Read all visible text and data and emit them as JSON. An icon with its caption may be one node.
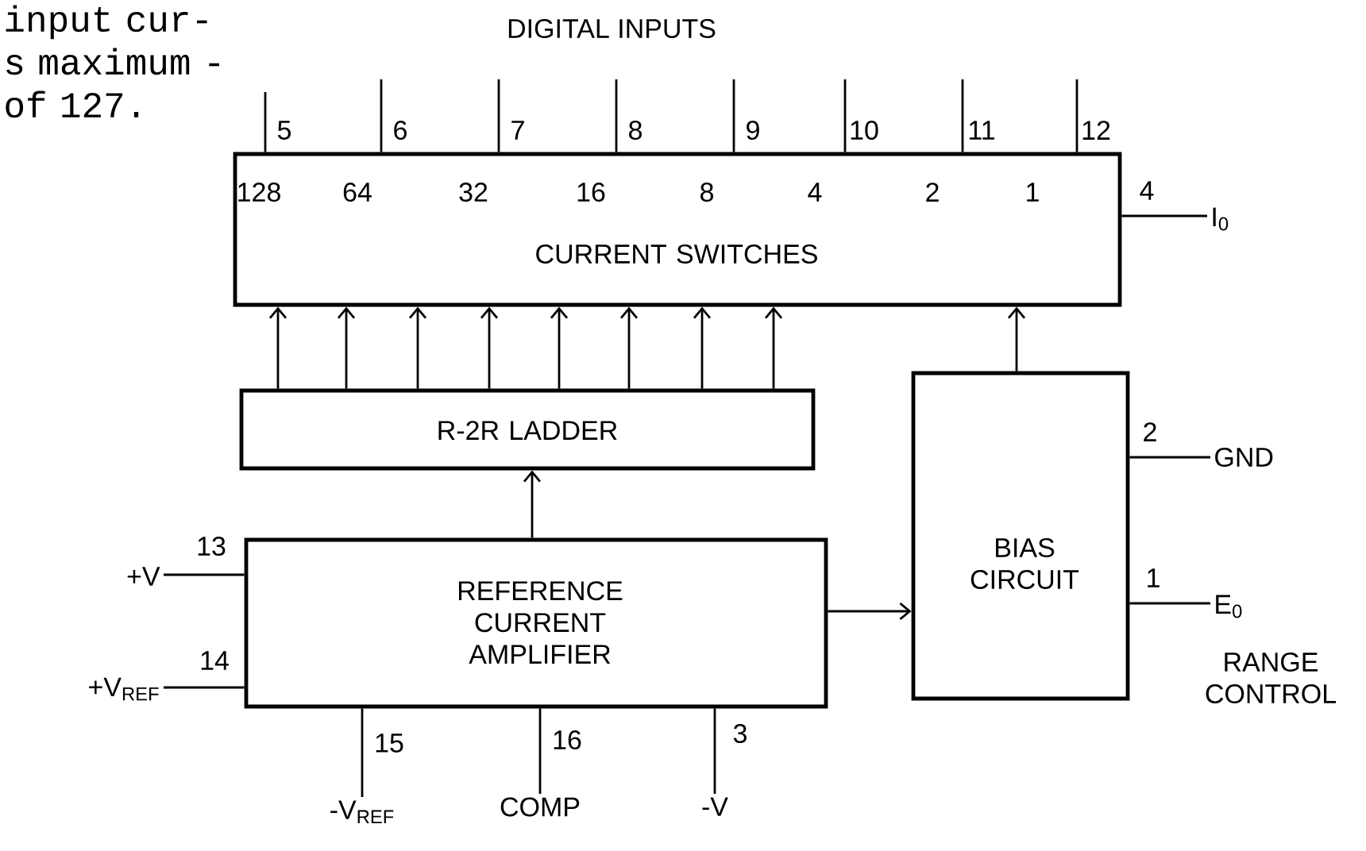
{
  "diagram": {
    "nodes": [
      {
        "text": [
          "CURRENT SWITCHES"
        ]
      },
      {
        "text": [
          "R-2R LADDER"
        ]
      },
      {
        "text": [
          "REFERENCE CURRENT AMPLIFIER"
        ]
      },
      {
        "text": [
          "BIAS CIRCUIT"
        ]
      },
      {
        "text": [
          "I$_{0}$"
        ]
      },
      {
        "text": [
          "GND"
        ]
      },
      {
        "text": [
          "E$_{0}$"
        ],
        "beside": [
          "RANGE CONTROL"
        ]
      },
      {
        "text": [
          "+V"
        ]
      },
      {
        "text": [
          "+V$_{REF}$"
        ]
      },
      {
        "text": [
          "-V$_{REF}$"
        ]
      },
      {
        "text": [
          "COMP"
        ]
      },
      {
        "text": [
          "-V"
        ]
      }
    ],
    "edges": [
      {
        "from": 1,
        "to": 0,
        "arrow": "to"
      },
      {
        "from": 1,
        "to": 0,
        "arrow": "to"
      },
      {
        "from": 1,
        "to": 0,
        "arrow": "to"
      },
      {
        "from": 1,
        "to": 0,
        "arrow": "to"
      },
      {
        "from": 1,
        "to": 0,
        "arrow": "to"
      },
      {
        "from": 1,
        "to": 0,
        "arrow": "to"
      },
      {
        "from": 1,
        "to": 0,
        "arrow": "to"
      },
      {
        "from": 1,
        "to": 0,
        "arrow": "to"
      },
      {
        "from": 3,
        "to": 0,
        "arrow": "to"
      },
      {
        "from": 2,
        "to": 1,
        "arrow": "to"
      },
      {
        "from": 2,
        "to": 3,
        "arrow": "to"
      },
      {
        "from": 0,
        "to": 4,
        "arrow": "none",
        "label": "4"
      },
      {
        "from": 3,
        "to": 5,
        "arrow": "none",
        "label": "2"
      },
      {
        "from": 3,
        "to": 6,
        "arrow": "none",
        "label": "1"
      },
      {
        "from": 7,
        "to": 2,
        "arrow": "none",
        "label": "13"
      },
      {
        "from": 8,
        "to": 2,
        "arrow": "none",
        "label": "14"
      },
      {
        "from": 2,
        "to": 9,
        "arrow": "none",
        "label": "15"
      },
      {
        "from": 2,
        "to": 10,
        "arrow": "none",
        "label": "16"
      },
      {
        "from": 2,
        "to": 11,
        "arrow": "none",
        "label": "3"
      },
      {
        "from": null,
        "to": 0,
        "arrow": "none",
        "label": "5"
      },
      {
        "from": null,
        "to": 0,
        "arrow": "none",
        "label": "6"
      },
      {
        "from": null,
        "to": 0,
        "arrow": "none",
        "label": "7"
      },
      {
        "from": null,
        "to": 0,
        "arrow": "none",
        "label": "8"
      },
      {
        "from": null,
        "to": 0,
        "arrow": "none",
        "label": "9"
      },
      {
        "from": null,
        "to": 0,
        "arrow": "none",
        "label": "10"
      },
      {
        "from": null,
        "to": 0,
        "arrow": "none",
        "label": "11"
      },
      {
        "from": null,
        "to": 0,
        "arrow": "none",
        "label": "12"
      }
    ],
    "labels": [
      "input cur- s maximum - of 127.",
      "DIGITAL INPUTS",
      "128",
      "64",
      "32",
      "16",
      "8",
      "4",
      "2",
      "1"
    ]
  }
}
